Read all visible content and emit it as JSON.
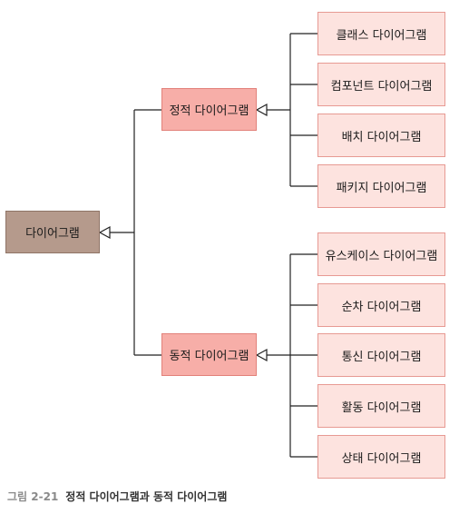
{
  "diagram": {
    "root": "다이어그램",
    "groups": [
      {
        "label": "정적 다이어그램",
        "children": [
          "클래스 다이어그램",
          "컴포넌트 다이어그램",
          "배치 다이어그램",
          "패키지 다이어그램"
        ]
      },
      {
        "label": "동적 다이어그램",
        "children": [
          "유스케이스 다이어그램",
          "순차 다이어그램",
          "통신 다이어그램",
          "활동 다이어그램",
          "상태 다이어그램"
        ]
      }
    ]
  },
  "caption": {
    "number": "그림 2-21",
    "text": "정적 다이어그램과 동적 다이어그램"
  },
  "colors": {
    "root_fill": "#b59a8c",
    "group_fill": "#f7aea8",
    "leaf_fill": "#fde3df",
    "line": "#222222"
  }
}
